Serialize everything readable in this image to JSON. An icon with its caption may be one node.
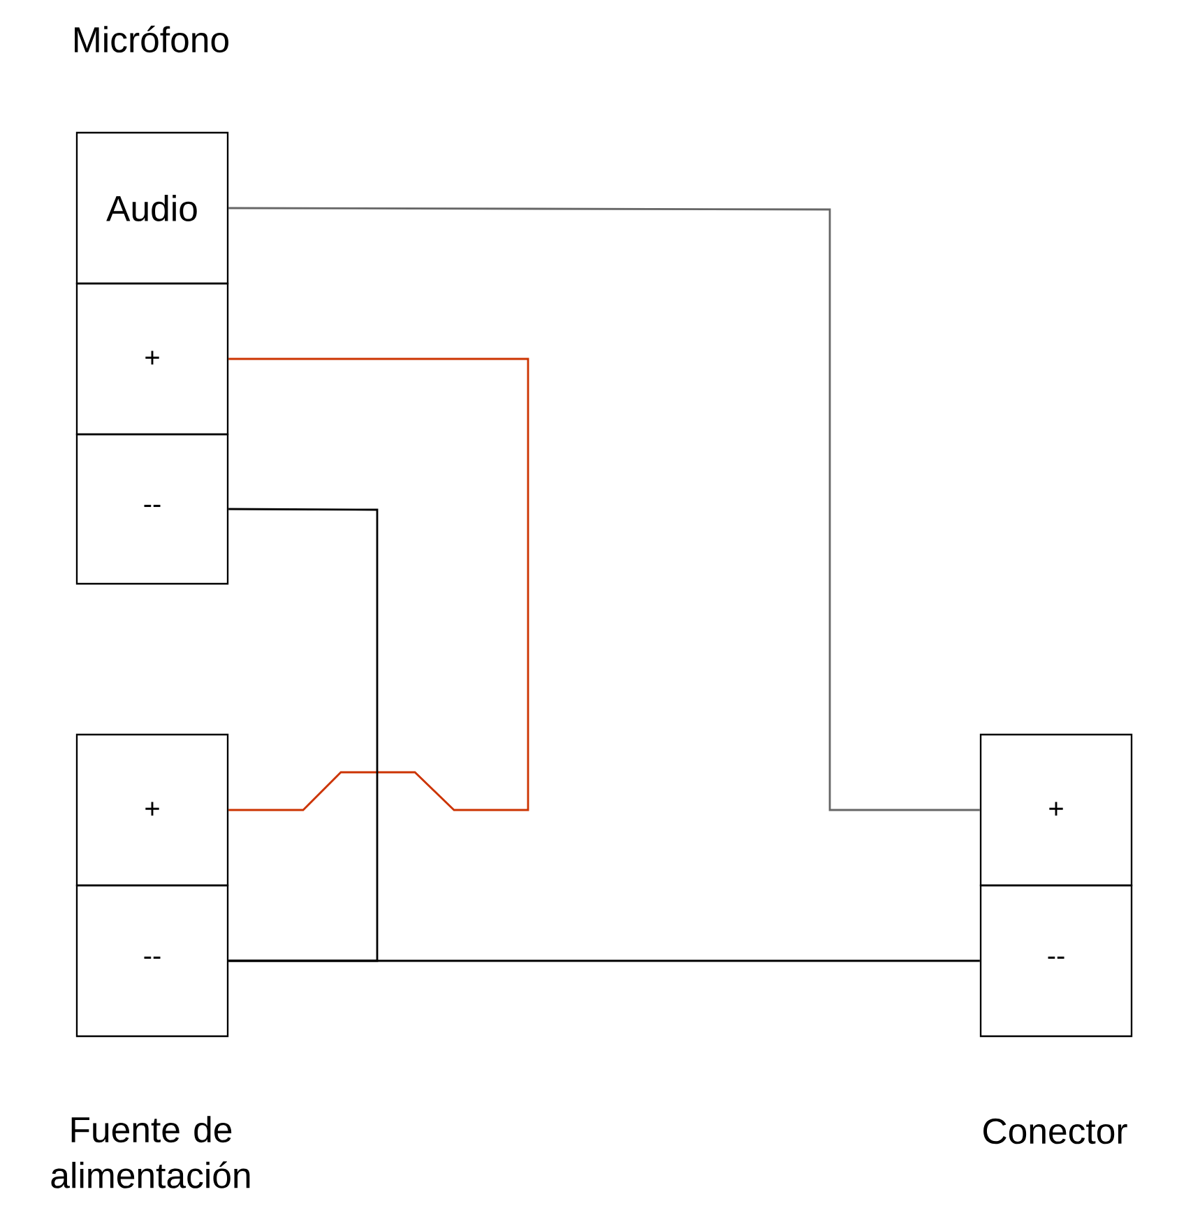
{
  "diagram": {
    "nodes": [
      {
        "text": [
          "Audio"
        ]
      },
      {
        "text": [
          "+"
        ]
      },
      {
        "text": [
          "--"
        ]
      },
      {
        "text": [
          "+"
        ]
      },
      {
        "text": [
          "--"
        ]
      },
      {
        "text": [
          "+"
        ]
      },
      {
        "text": [
          "--"
        ]
      }
    ],
    "edges": [
      {
        "from": 0,
        "to": 5,
        "arrow": "none",
        "color": "#666666"
      },
      {
        "from": 1,
        "to": 3,
        "arrow": "none",
        "color": "#cc3300"
      },
      {
        "from": 2,
        "to": 4,
        "arrow": "none"
      },
      {
        "from": 4,
        "to": 6,
        "arrow": "none"
      }
    ],
    "labels": [
      "Micrófono",
      "Fuente de alimentación",
      "Conector"
    ]
  }
}
